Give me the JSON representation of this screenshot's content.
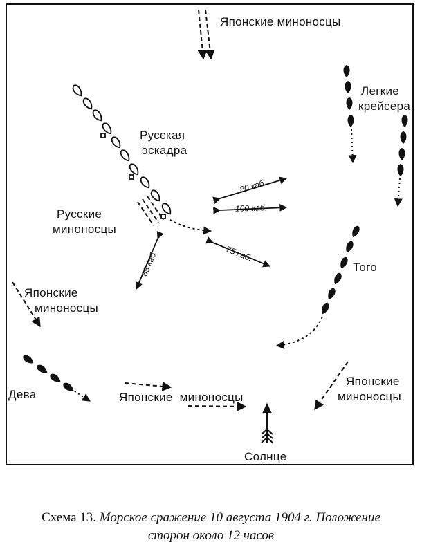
{
  "labels": {
    "jp_torp_top": "Японские миноносцы",
    "light_cruisers_1": "Легкие",
    "light_cruisers_2": "крейсера",
    "russian_squadron_1": "Русская",
    "russian_squadron_2": "эскадра",
    "russian_torp_1": "Русские",
    "russian_torp_2": "миноносцы",
    "togo": "Того",
    "jp_torp_left_1": "Японские",
    "jp_torp_left_2": "миноносцы",
    "jp_torp_right_1": "Японские",
    "jp_torp_right_2": "миноносцы",
    "deva": "Дева",
    "jp_torp_bottom": "Японские  миноносцы",
    "sun": "Солнце"
  },
  "distances": {
    "d80": "80 каб.",
    "d100": "100 каб.",
    "d75": "75 каб.",
    "d65": "65 каб."
  },
  "caption": {
    "prefix": "Схема 13.",
    "line1_italic": "Морское сражение 10 августа 1904 г. Положение",
    "line2_italic": "сторон около 12 часов"
  }
}
